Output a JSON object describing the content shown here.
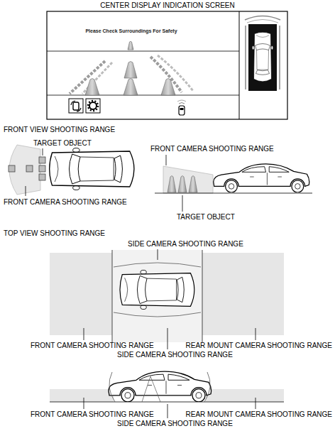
{
  "diagram": {
    "labels": [
      "CENTER DISPLAY INDICATION SCREEN",
      "Please Check Surroundings For Safety",
      "FRONT VIEW SHOOTING RANGE",
      "TARGET OBJECT",
      "FRONT CAMERA SHOOTING RANGE",
      "FRONT CAMERA SHOOTING RANGE",
      "TARGET OBJECT",
      "TOP VIEW SHOOTING RANGE",
      "SIDE CAMERA SHOOTING RANGE",
      "FRONT CAMERA SHOOTING RANGE",
      "REAR MOUNT CAMERA SHOOTING RANGE",
      "SIDE CAMERA SHOOTING RANGE",
      "FRONT CAMERA SHOOTING RANGE",
      "REAR MOUNT CAMERA SHOOTING RANGE",
      "SIDE CAMERA SHOOTING RANGE"
    ]
  }
}
